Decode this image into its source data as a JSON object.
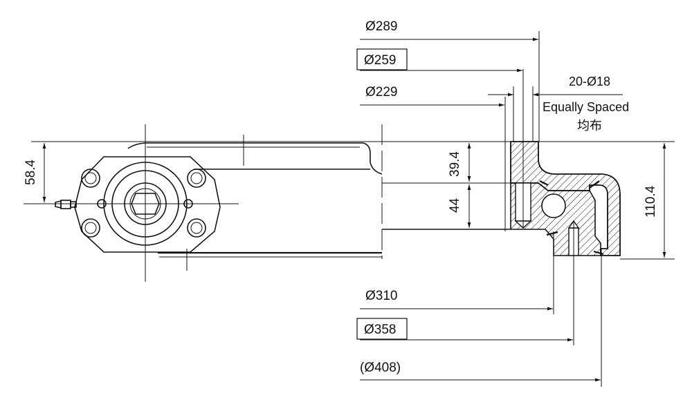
{
  "dimensions": {
    "d289": "Ø289",
    "d259": "Ø259",
    "d229": "Ø229",
    "holes": "20-Ø18",
    "note_en": "Equally Spaced",
    "note_cn": "均布",
    "h584": "58.4",
    "h394": "39.4",
    "h44": "44",
    "h1104": "110.4",
    "d310": "Ø310",
    "d358": "Ø358",
    "d408": "(Ø408)"
  },
  "colors": {
    "line": "#111111",
    "background": "#ffffff"
  }
}
